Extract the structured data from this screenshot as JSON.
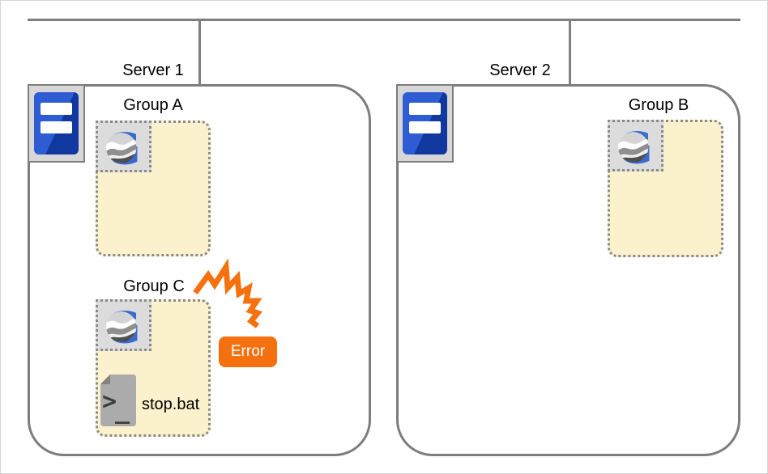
{
  "servers": [
    {
      "label": "Server 1"
    },
    {
      "label": "Server 2"
    }
  ],
  "groups": [
    {
      "label": "Group A",
      "server": "Server 1"
    },
    {
      "label": "Group C",
      "server": "Server 1",
      "file": "stop.bat",
      "status": "Error"
    },
    {
      "label": "Group B",
      "server": "Server 2"
    }
  ],
  "error_badge": {
    "label": "Error"
  },
  "icons": {
    "server": "server-tower-icon",
    "group_app": "globe-g-logo-icon",
    "file": "batch-terminal-file-icon",
    "spark": "error-spark-icon"
  },
  "colors": {
    "accent_orange": "#f5700e",
    "group_fill": "#fcf1cd",
    "outline_gray": "#7d7d7d",
    "dotted_gray": "#8a8a8a",
    "logo_blue": "#3c6bd0",
    "server_blue_light": "#2e5cd2",
    "server_blue_dark": "#11389f"
  }
}
